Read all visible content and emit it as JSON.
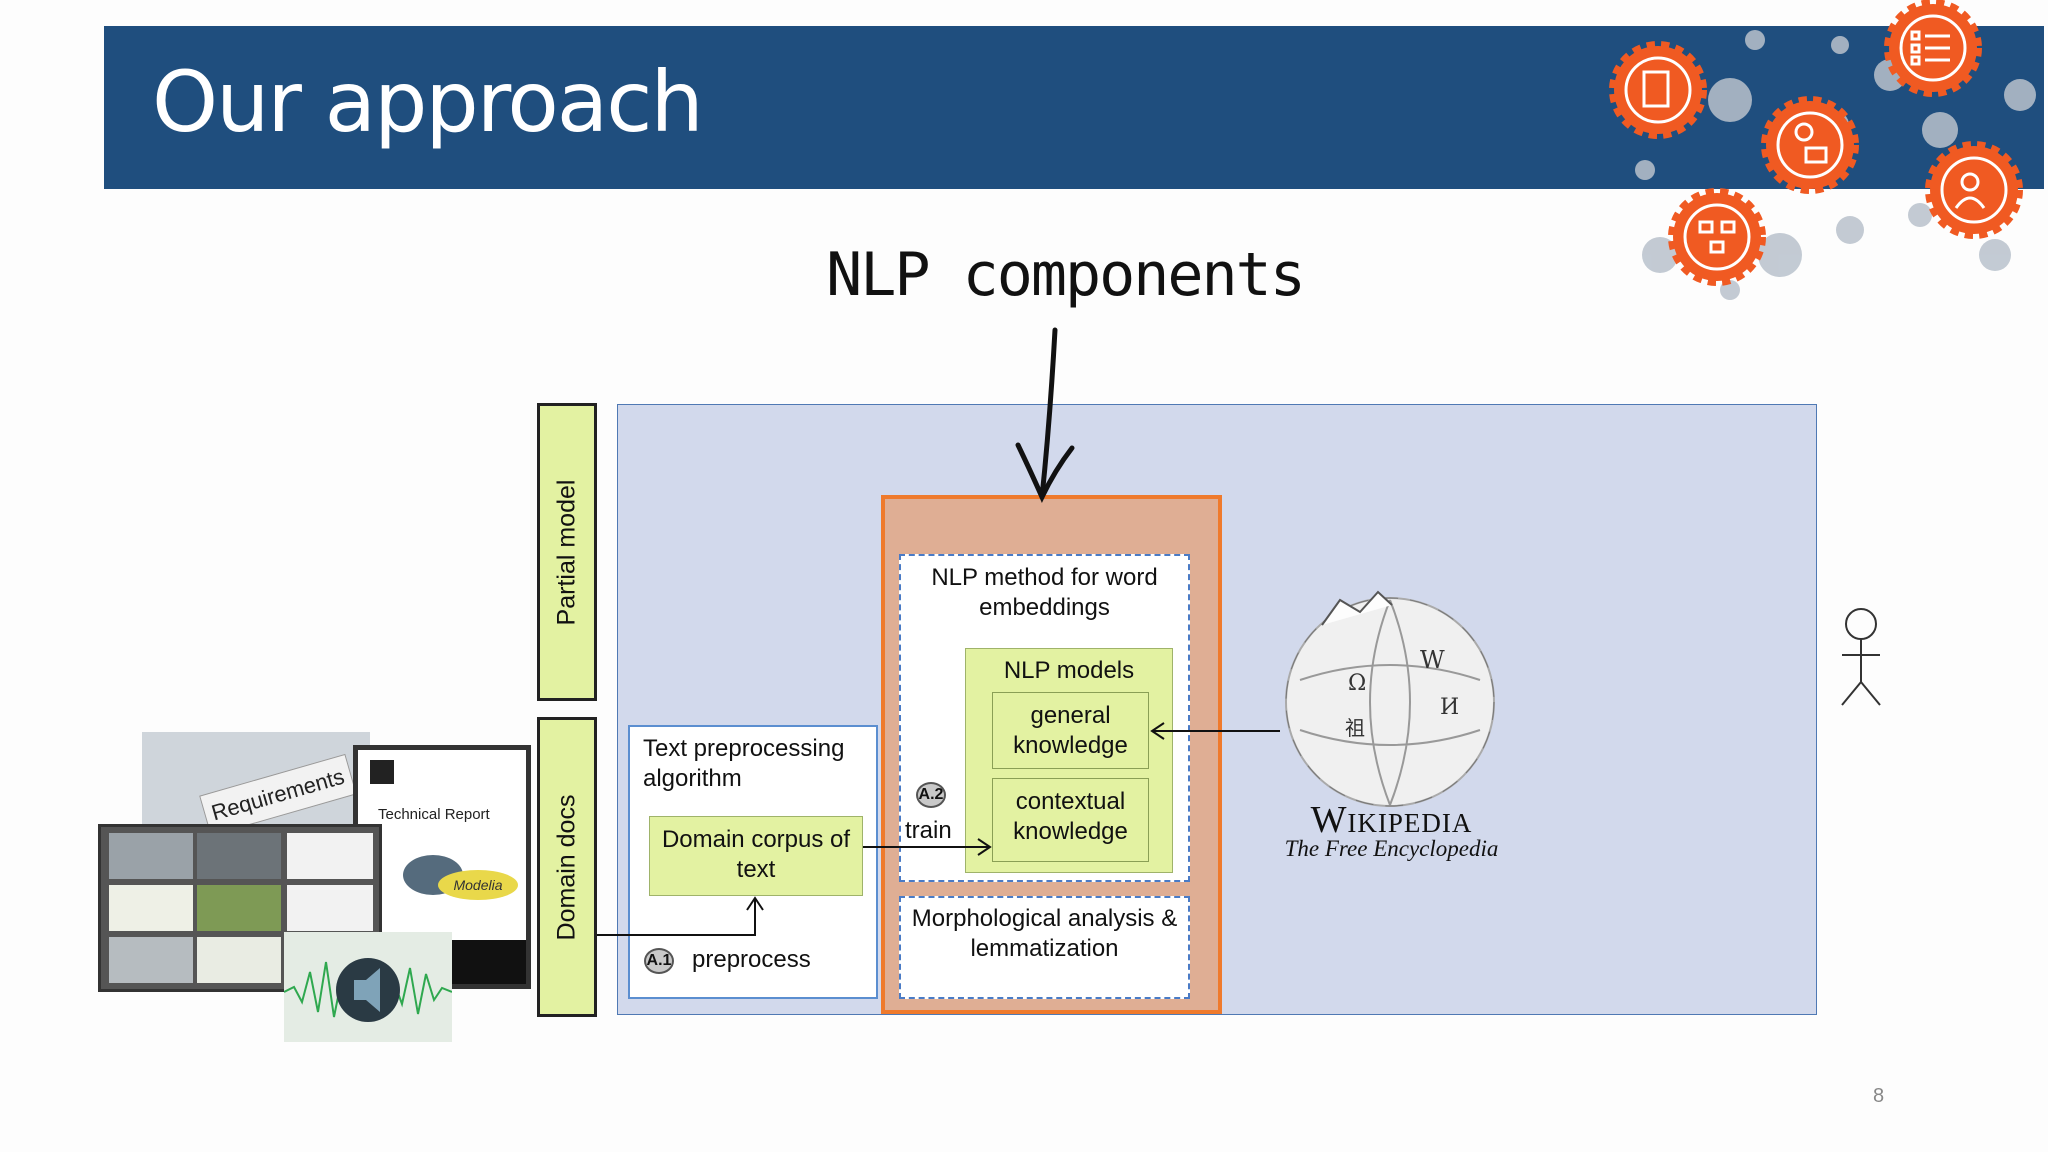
{
  "slide": {
    "title": "Our approach",
    "page_number": "8"
  },
  "heading": "NLP components",
  "side_labels": {
    "partial_model": "Partial model",
    "domain_docs": "Domain docs"
  },
  "preprocessing": {
    "title": "Text preprocessing algorithm",
    "corpus": "Domain corpus of text",
    "step_badge": "A.1",
    "step_label": "preprocess"
  },
  "nlp_method": {
    "title": "NLP method for word embeddings",
    "models_title": "NLP models",
    "general": "general knowledge",
    "contextual": "contextual knowledge",
    "step_badge": "A.2",
    "step_label": "train",
    "morphological": "Morphological analysis & lemmatization"
  },
  "wikipedia": {
    "wordmark": "Wikipedia",
    "tagline": "The Free Encyclopedia"
  },
  "documents": {
    "requirements": "Requirements",
    "technical_report": "Technical Report",
    "modelia": "Modelia"
  },
  "colors": {
    "title_bar": "#1f4e7e",
    "panel": "#d2d9ec",
    "green_box": "#e3f2a2",
    "orange_border": "#ef7a2c",
    "orange_fill": "#dfae94",
    "gear_orange": "#f05a22"
  },
  "icons": [
    "gear-icon",
    "document-icon",
    "checklist-icon",
    "person-mail-icon",
    "team-icon",
    "workflow-icon",
    "stick-figure-icon",
    "wikipedia-globe-icon"
  ]
}
